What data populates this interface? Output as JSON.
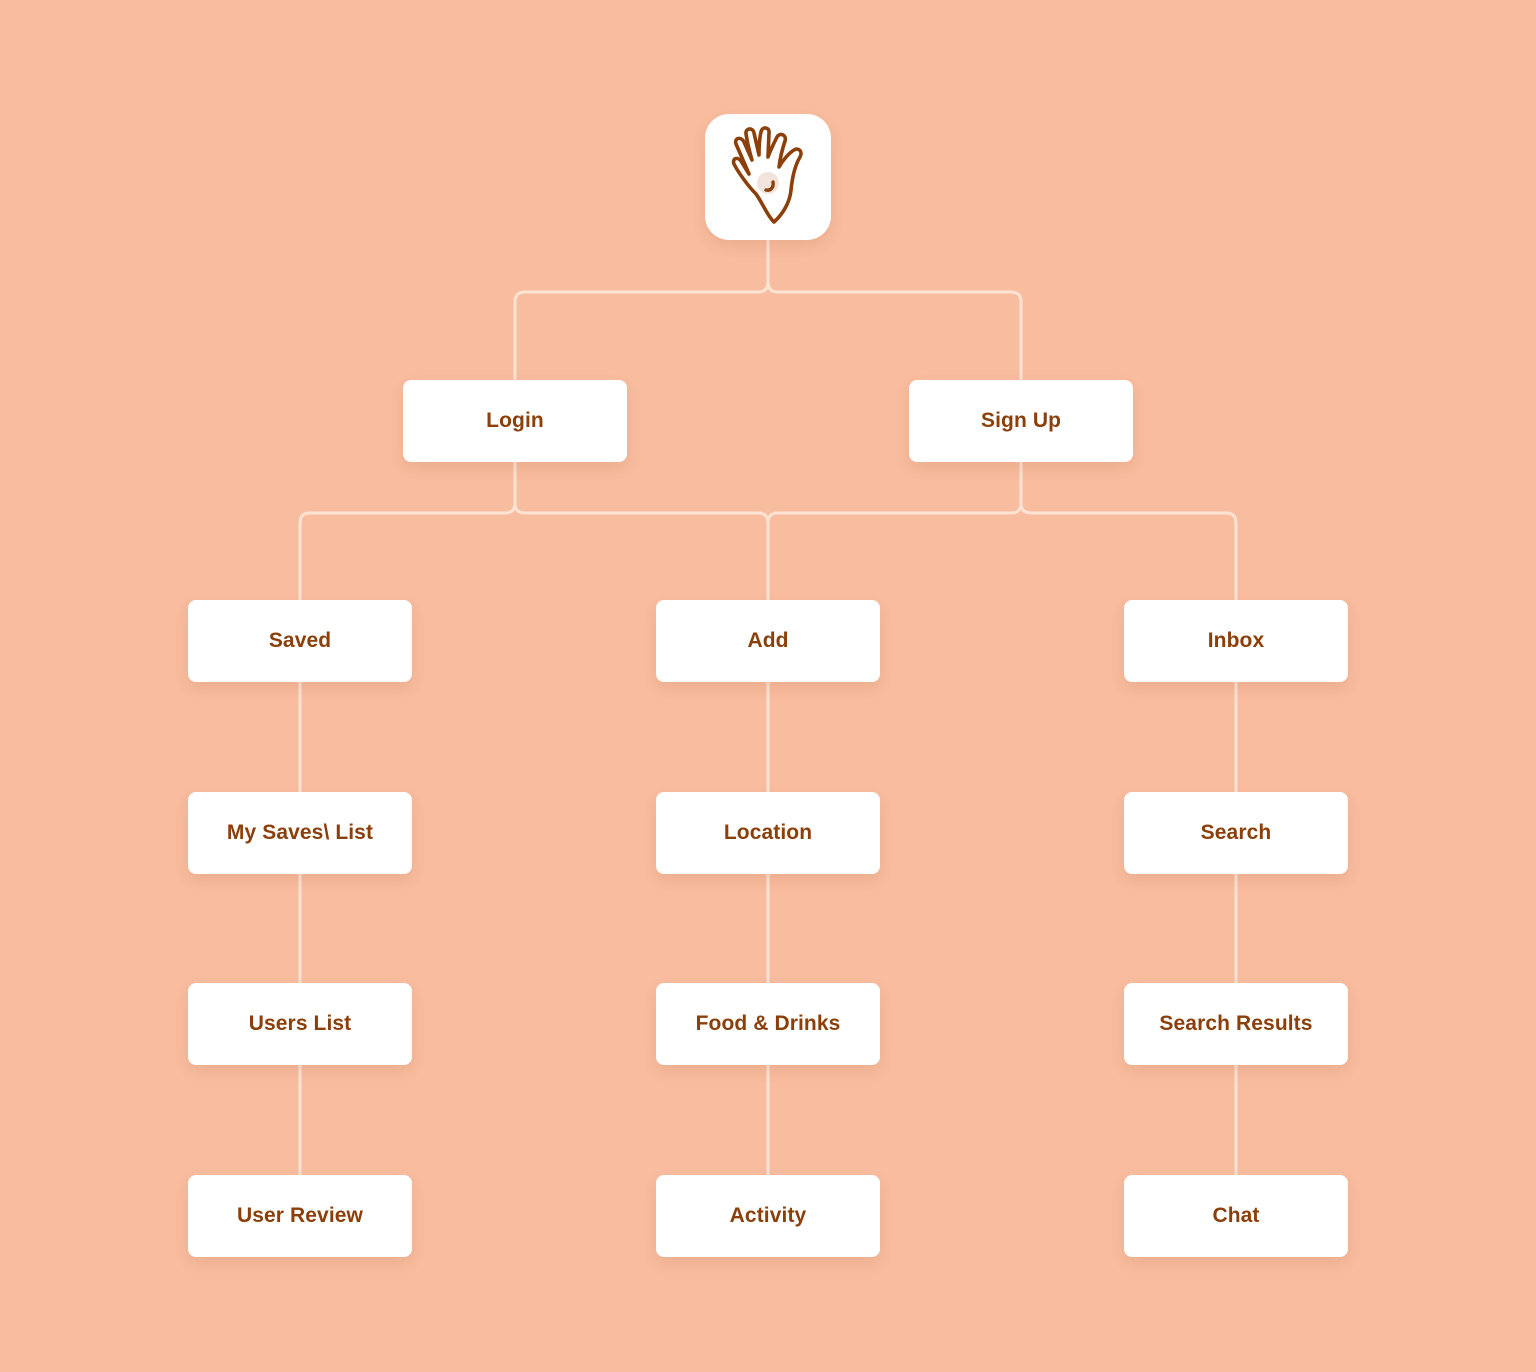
{
  "colors": {
    "background": "#F8BC9E",
    "card": "#FFFFFF",
    "label": "#8B3F0A",
    "connector": "#FCE3D4"
  },
  "app_icon": {
    "icon": "hand-icon"
  },
  "level1": {
    "login": "Login",
    "signup": "Sign Up"
  },
  "columns": {
    "saved": {
      "root": "Saved",
      "items": [
        "My Saves\\ List",
        "Users List",
        "User Review"
      ]
    },
    "add": {
      "root": "Add",
      "items": [
        "Location",
        "Food & Drinks",
        "Activity"
      ]
    },
    "inbox": {
      "root": "Inbox",
      "items": [
        "Search",
        "Search Results",
        "Chat"
      ]
    }
  }
}
